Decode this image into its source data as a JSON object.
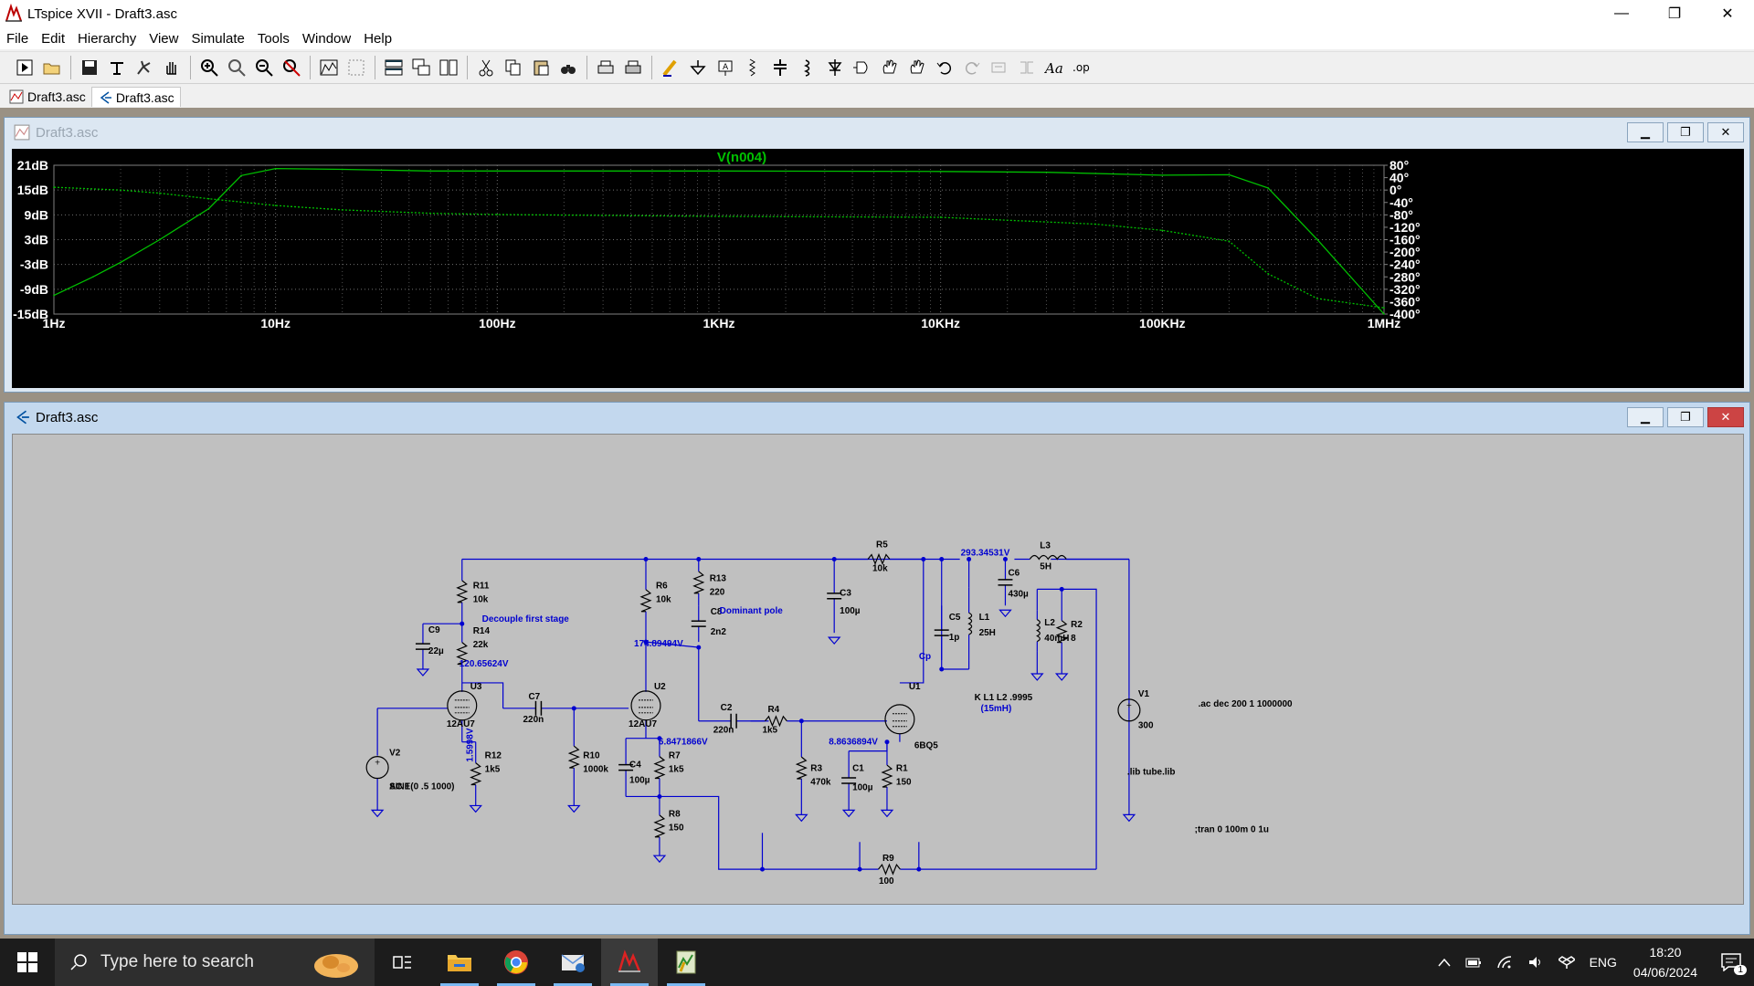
{
  "window": {
    "title": "LTspice XVII - Draft3.asc"
  },
  "titlebar_buttons": {
    "minimize": "—",
    "restore": "❐",
    "close": "✕"
  },
  "menu": [
    "File",
    "Edit",
    "Hierarchy",
    "View",
    "Simulate",
    "Tools",
    "Window",
    "Help"
  ],
  "doc_tabs": [
    {
      "label": "Draft3.asc",
      "type": "waveform"
    },
    {
      "label": "Draft3.asc",
      "type": "schematic"
    }
  ],
  "waveform_window": {
    "title": "Draft3.asc",
    "trace_label": "V(n004)",
    "trace_color": "#00c000"
  },
  "schematic_window": {
    "title": "Draft3.asc"
  },
  "chart_data": {
    "type": "line",
    "title": "V(n004)",
    "x_scale": "log",
    "xlim": [
      1,
      1000000
    ],
    "x_ticks": [
      "1Hz",
      "10Hz",
      "100Hz",
      "1KHz",
      "10KHz",
      "100KHz",
      "1MHz"
    ],
    "ylim_left": [
      -15,
      21
    ],
    "y_ticks_left": [
      "21dB",
      "15dB",
      "9dB",
      "3dB",
      "-3dB",
      "-9dB",
      "-15dB"
    ],
    "ylim_right": [
      -400,
      80
    ],
    "y_ticks_right": [
      "80°",
      "40°",
      "0°",
      "-40°",
      "-80°",
      "-120°",
      "-160°",
      "-200°",
      "-240°",
      "-280°",
      "-320°",
      "-360°",
      "-400°"
    ],
    "grid": true,
    "series": [
      {
        "style": "solid",
        "axis": "left",
        "x": [
          1,
          1.5,
          2,
          3,
          5,
          7,
          10,
          20,
          50,
          100,
          1000,
          10000,
          30000,
          100000,
          200000,
          300000,
          500000,
          1000000
        ],
        "values": [
          -10.5,
          -6,
          -2.5,
          3,
          10.5,
          18.5,
          20.2,
          20,
          19.6,
          19.6,
          19.6,
          19.5,
          19.3,
          18.6,
          18.7,
          15.5,
          3,
          -15
        ]
      },
      {
        "style": "dotted",
        "axis": "right",
        "x": [
          1,
          2,
          3,
          5,
          10,
          20,
          50,
          100,
          1000,
          10000,
          50000,
          100000,
          200000,
          300000,
          500000,
          1000000
        ],
        "values": [
          9,
          0,
          -10,
          -28,
          -50,
          -64,
          -75,
          -79,
          -85,
          -88,
          -110,
          -130,
          -165,
          -270,
          -350,
          -380
        ]
      }
    ]
  },
  "schematic": {
    "components": [
      {
        "id": "R11",
        "value": "10k"
      },
      {
        "id": "R14",
        "value": "22k"
      },
      {
        "id": "C9",
        "value": "22µ"
      },
      {
        "id": "U3",
        "value": "12AU7"
      },
      {
        "id": "R12",
        "value": "1k5"
      },
      {
        "id": "V2",
        "value": "SINE(0 .5 1000)"
      },
      {
        "id": "C7",
        "value": "220n"
      },
      {
        "id": "R10",
        "value": "1000k"
      },
      {
        "id": "R6",
        "value": "10k"
      },
      {
        "id": "R13",
        "value": "220"
      },
      {
        "id": "C8",
        "value": "2n2"
      },
      {
        "id": "U2",
        "value": "12AU7"
      },
      {
        "id": "C4",
        "value": "100µ"
      },
      {
        "id": "R7",
        "value": "1k5"
      },
      {
        "id": "R8",
        "value": "150"
      },
      {
        "id": "C2",
        "value": "220n"
      },
      {
        "id": "R4",
        "value": "1k5"
      },
      {
        "id": "R3",
        "value": "470k"
      },
      {
        "id": "R5",
        "value": "10k"
      },
      {
        "id": "C3",
        "value": "100µ"
      },
      {
        "id": "C1",
        "value": "100µ"
      },
      {
        "id": "R1",
        "value": "150"
      },
      {
        "id": "U1",
        "value": "6BQ5"
      },
      {
        "id": "C5",
        "value": "1p"
      },
      {
        "id": "L1",
        "value": "25H"
      },
      {
        "id": "C6",
        "value": "430µ"
      },
      {
        "id": "L3",
        "value": "5H"
      },
      {
        "id": "L2",
        "value": "40mH"
      },
      {
        "id": "R2",
        "value": "8"
      },
      {
        "id": "V1",
        "value": "300"
      },
      {
        "id": "R9",
        "value": "100"
      }
    ],
    "comments": {
      "decouple": "Decouple first stage",
      "dominant": "Dominant pole",
      "cp": "Cp",
      "ac_directive": ".ac dec 200 1 1000000",
      "lib_directive": ".lib tube.lib",
      "tran_directive": ";tran 0 100m 0 1u",
      "coupling": "K L1 L2 .9995",
      "coupling_note": "(15mH)",
      "v2_ac": "AC 1"
    },
    "node_voltages": {
      "n1": "120.65624V",
      "n2": "174.89494V",
      "n3": "293.34531V",
      "n4": "6.8471866V",
      "n5": "8.8636894V",
      "n6": "1.5998V"
    }
  },
  "taskbar": {
    "search_placeholder": "Type here to search",
    "language": "ENG",
    "time": "18:20",
    "date": "04/06/2024",
    "notification_count": "1"
  }
}
